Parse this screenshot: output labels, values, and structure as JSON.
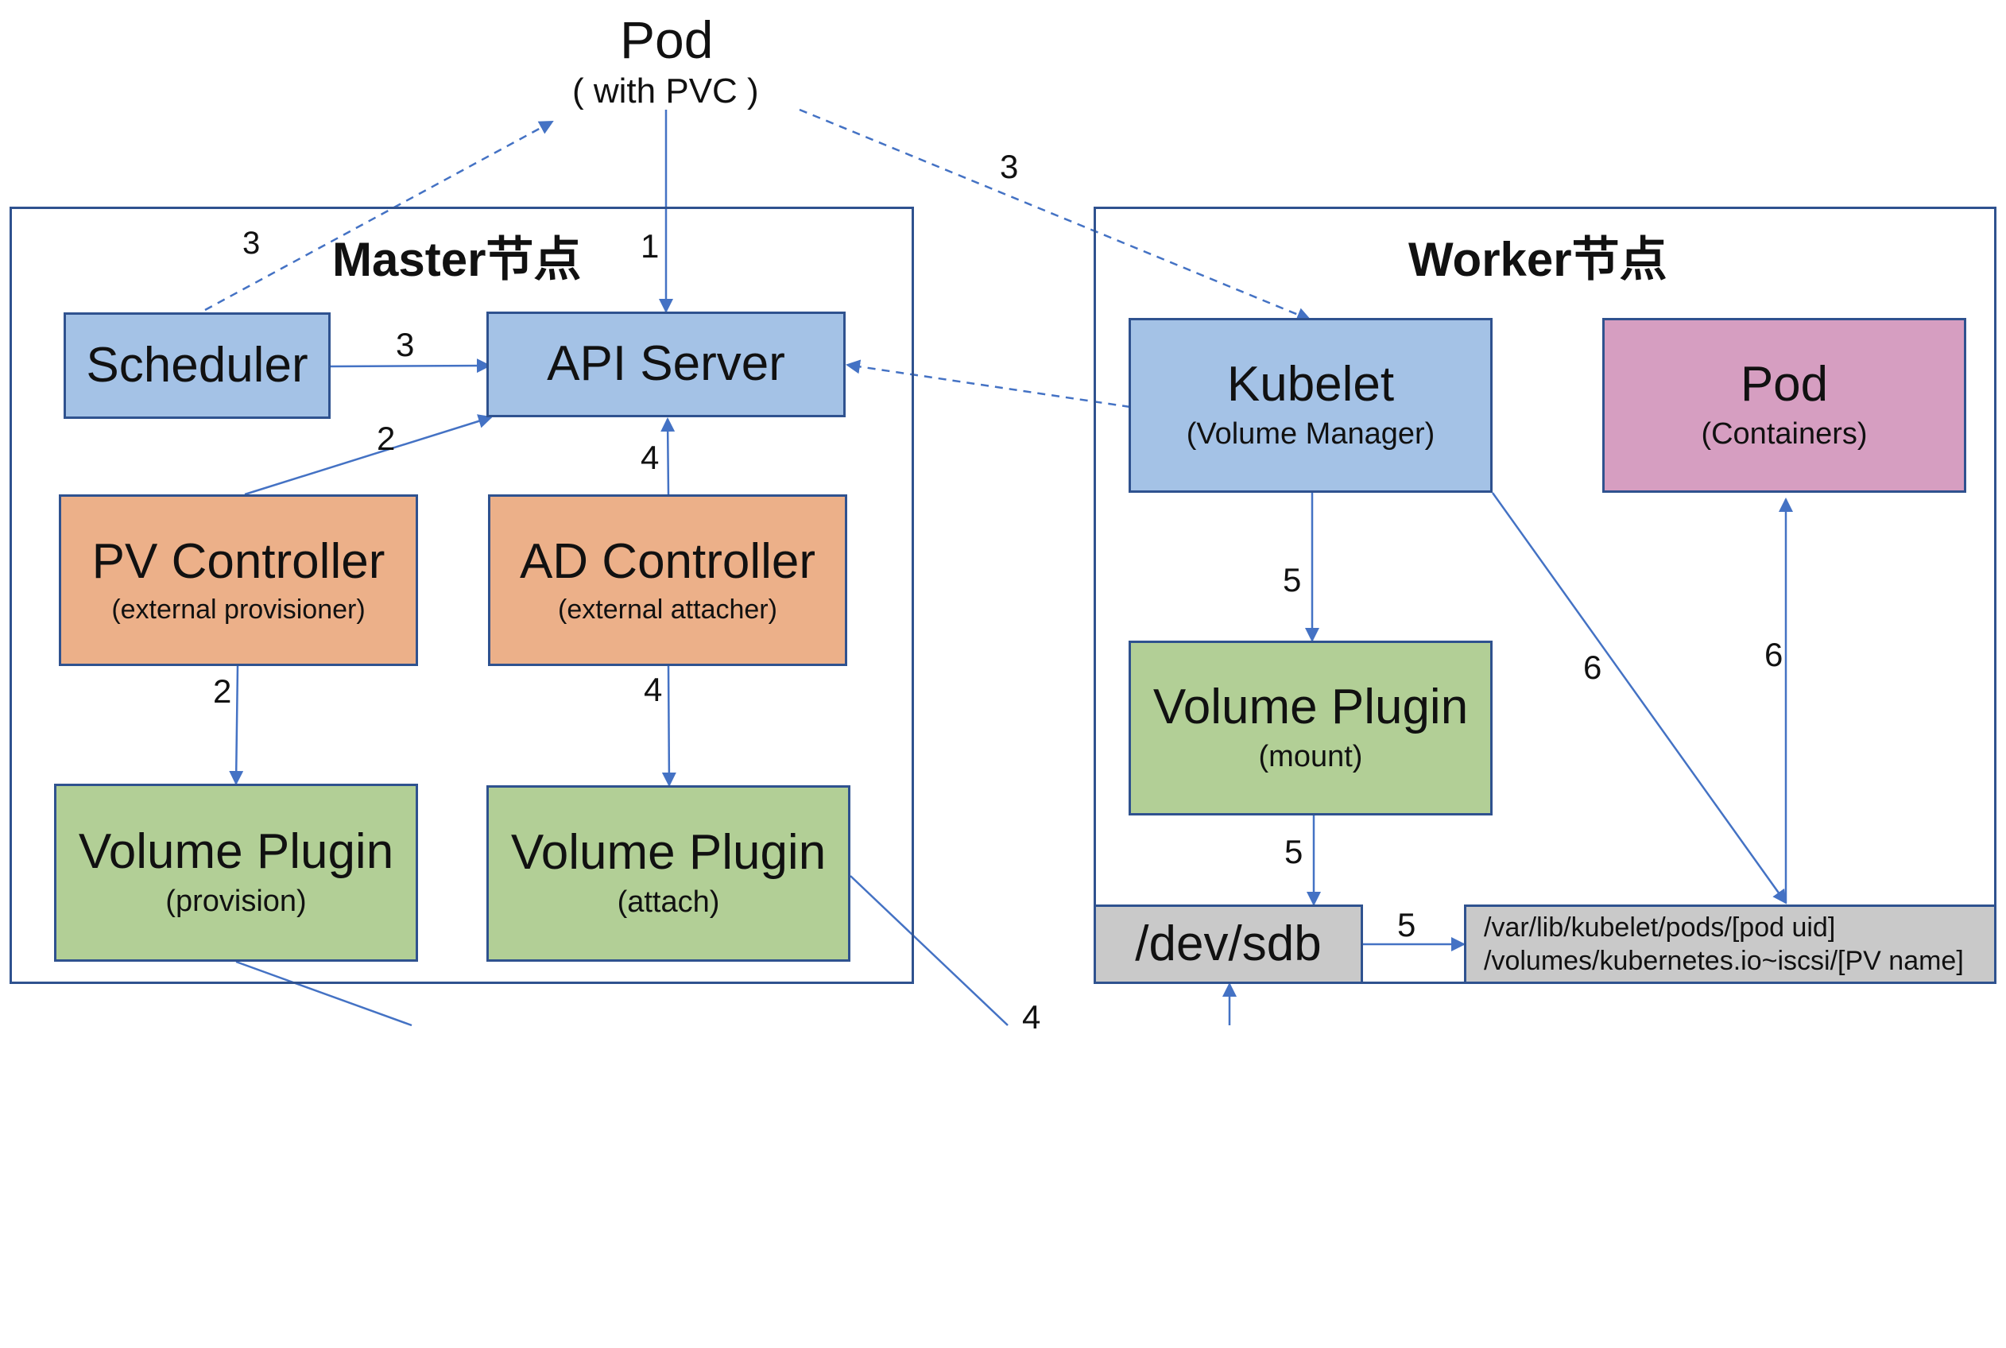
{
  "top": {
    "title": "Pod",
    "subtitle": "( with PVC )"
  },
  "master": {
    "title": "Master节点",
    "scheduler": "Scheduler",
    "api_server": "API Server",
    "pv_controller": {
      "title": "PV Controller",
      "sub": "(external provisioner)"
    },
    "ad_controller": {
      "title": "AD Controller",
      "sub": "(external attacher)"
    },
    "vp_provision": {
      "title": "Volume Plugin",
      "sub": "(provision)"
    },
    "vp_attach": {
      "title": "Volume Plugin",
      "sub": "(attach)"
    }
  },
  "worker": {
    "title": "Worker节点",
    "kubelet": {
      "title": "Kubelet",
      "sub": "(Volume Manager)"
    },
    "pod": {
      "title": "Pod",
      "sub": "(Containers)"
    },
    "vp_mount": {
      "title": "Volume Plugin",
      "sub": "(mount)"
    },
    "dev": "/dev/sdb",
    "path_line1": "/var/lib/kubelet/pods/[pod uid]",
    "path_line2": "/volumes/kubernetes.io~iscsi/[PV name]"
  },
  "edge_labels": {
    "l1": "1",
    "l2a": "2",
    "l2b": "2",
    "l3a": "3",
    "l3b": "3",
    "l3c": "3",
    "l4a": "4",
    "l4b": "4",
    "l4c": "4",
    "l5a": "5",
    "l5b": "5",
    "l5c": "5",
    "l6a": "6",
    "l6b": "6"
  },
  "colors": {
    "border": "#2f528f",
    "blue": "#a4c2e6",
    "orange": "#ecb089",
    "green": "#b2cf96",
    "pink": "#d69ec1",
    "gray": "#c9c9c9",
    "arrow": "#4472c4"
  }
}
